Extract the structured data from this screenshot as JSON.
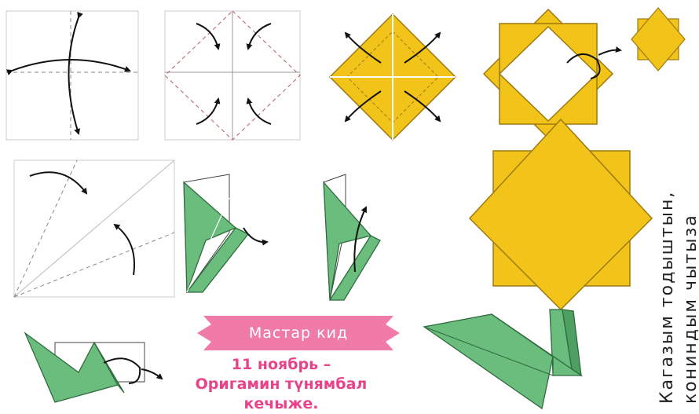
{
  "badge": {
    "label": "Мастар кид",
    "color": "#f07aa8"
  },
  "caption": {
    "line1": "11 ноябрь –",
    "line2": "Оригамин түнямбал",
    "line3": "кечыже."
  },
  "side_text": {
    "line1": "Кагазым тодыштын,",
    "line2": "кониндым чытыза"
  },
  "colors": {
    "yellow": "#f2c319",
    "yellow_edge": "#9c7a10",
    "green": "#6bbd7e",
    "green_edge": "#2f6b3e",
    "accent": "#e8438a"
  }
}
